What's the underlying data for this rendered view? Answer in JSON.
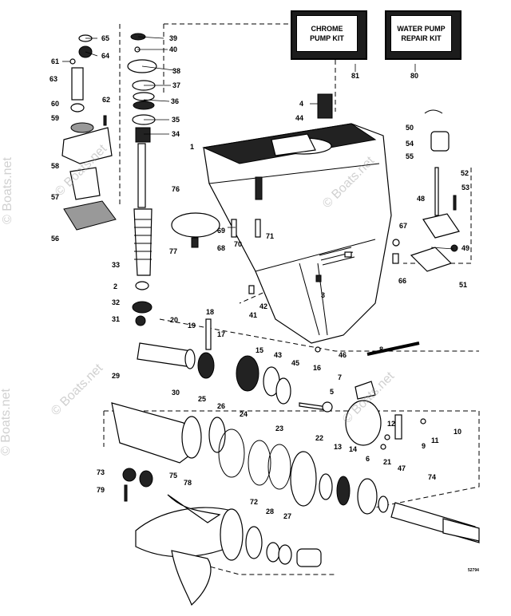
{
  "kits": [
    {
      "id": "chrome",
      "label": "CHROME\nPUMP KIT",
      "number": "81"
    },
    {
      "id": "water",
      "label": "WATER PUMP\nREPAIR KIT",
      "number": "80"
    }
  ],
  "watermarks": [
    "© Boats.net",
    "© Boats.net",
    "© Boats.net",
    "© Boats.net",
    "© Boats.net",
    "© Boats.net"
  ],
  "drawing_number": "52794",
  "callouts": [
    "65",
    "39",
    "40",
    "61",
    "64",
    "38",
    "63",
    "37",
    "36",
    "62",
    "60",
    "35",
    "59",
    "34",
    "58",
    "57",
    "56",
    "33",
    "2",
    "32",
    "31",
    "4",
    "44",
    "1",
    "76",
    "77",
    "69",
    "68",
    "70",
    "71",
    "67",
    "66",
    "3",
    "42",
    "41",
    "46",
    "50",
    "54",
    "55",
    "52",
    "53",
    "48",
    "49",
    "51",
    "20",
    "19",
    "18",
    "17",
    "15",
    "43",
    "45",
    "16",
    "29",
    "30",
    "25",
    "26",
    "24",
    "23",
    "22",
    "13",
    "14",
    "8",
    "7",
    "5",
    "12",
    "10",
    "11",
    "9",
    "6",
    "21",
    "47",
    "74",
    "73",
    "75",
    "79",
    "78",
    "72",
    "28",
    "27"
  ]
}
